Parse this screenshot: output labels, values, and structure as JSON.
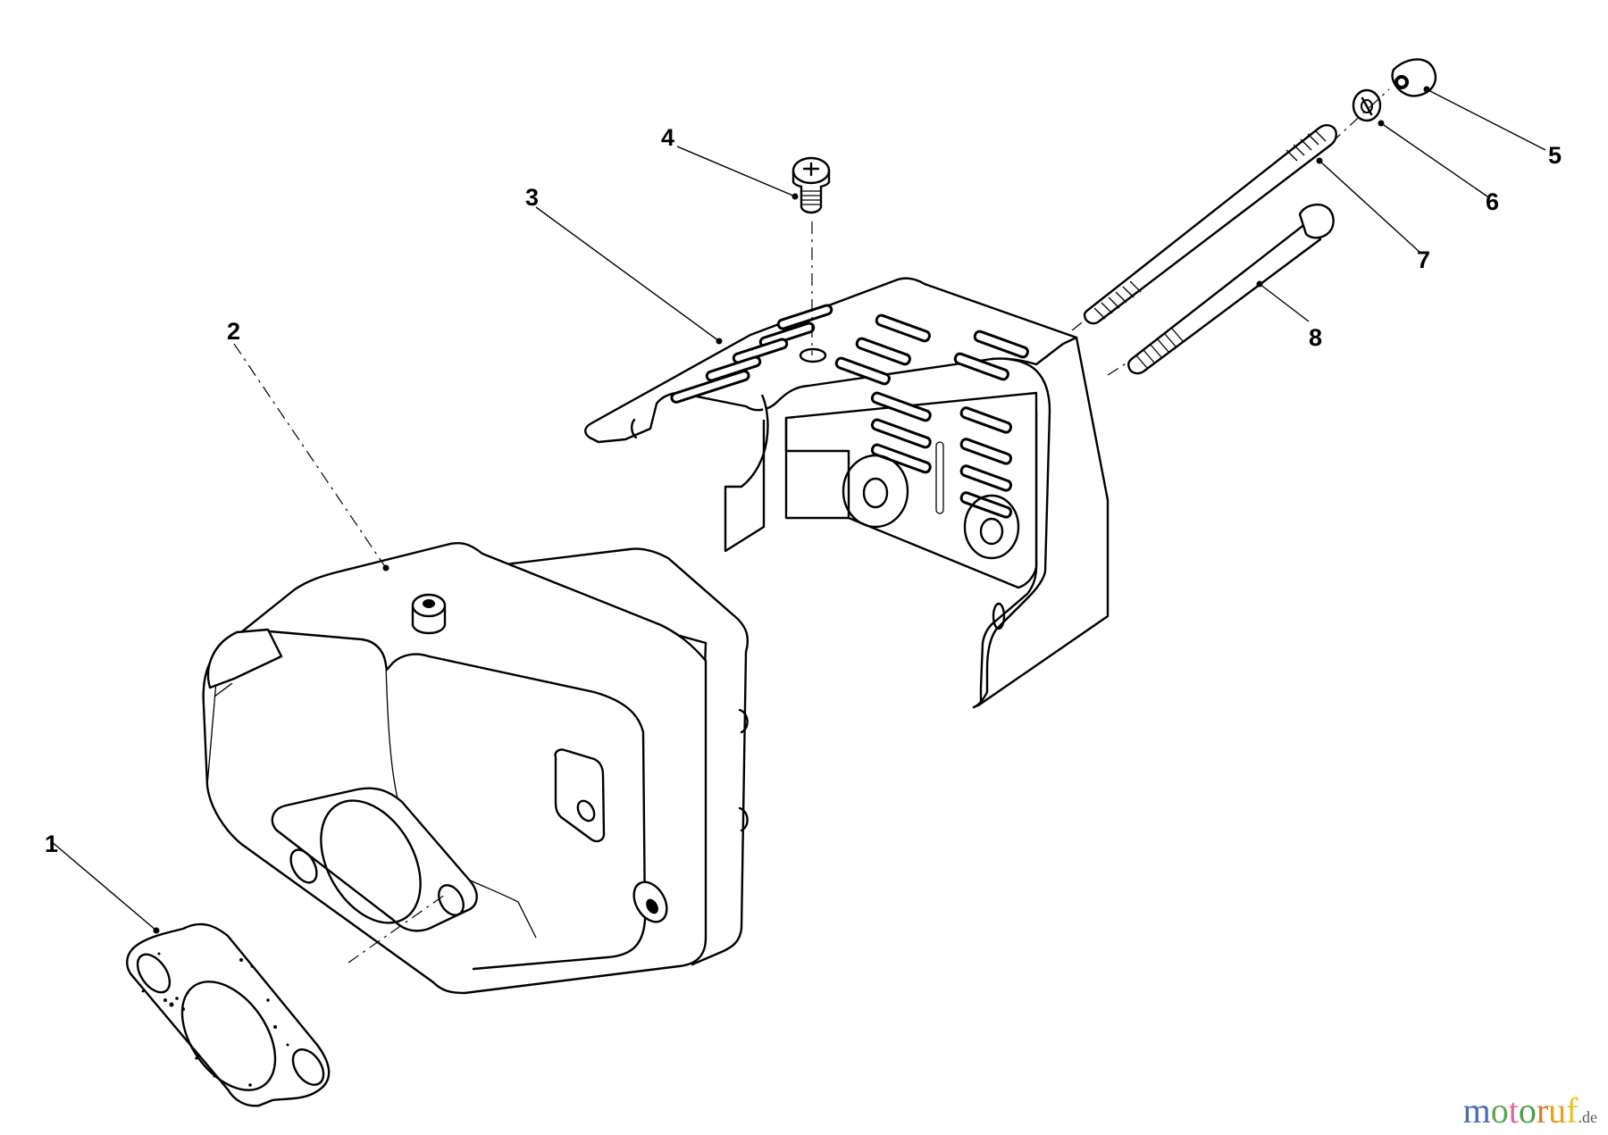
{
  "diagram": {
    "type": "exploded-parts-view",
    "subject": "muffler assembly with heat shield",
    "parts": [
      {
        "id": "1",
        "label": "1",
        "name": "gasket"
      },
      {
        "id": "2",
        "label": "2",
        "name": "muffler"
      },
      {
        "id": "3",
        "label": "3",
        "name": "heat shield"
      },
      {
        "id": "4",
        "label": "4",
        "name": "screw"
      },
      {
        "id": "5",
        "label": "5",
        "name": "nut"
      },
      {
        "id": "6",
        "label": "6",
        "name": "lock washer"
      },
      {
        "id": "7",
        "label": "7",
        "name": "stud"
      },
      {
        "id": "8",
        "label": "8",
        "name": "bolt"
      }
    ]
  },
  "watermark": {
    "letters": [
      {
        "char": "m",
        "color": "#4a6bb5"
      },
      {
        "char": "o",
        "color": "#5aa84a"
      },
      {
        "char": "t",
        "color": "#e06a9a"
      },
      {
        "char": "o",
        "color": "#4aa04a"
      },
      {
        "char": "r",
        "color": "#e07a2a"
      },
      {
        "char": "u",
        "color": "#e8a020"
      },
      {
        "char": "f",
        "color": "#e8c020"
      }
    ],
    "tld": ".de"
  }
}
